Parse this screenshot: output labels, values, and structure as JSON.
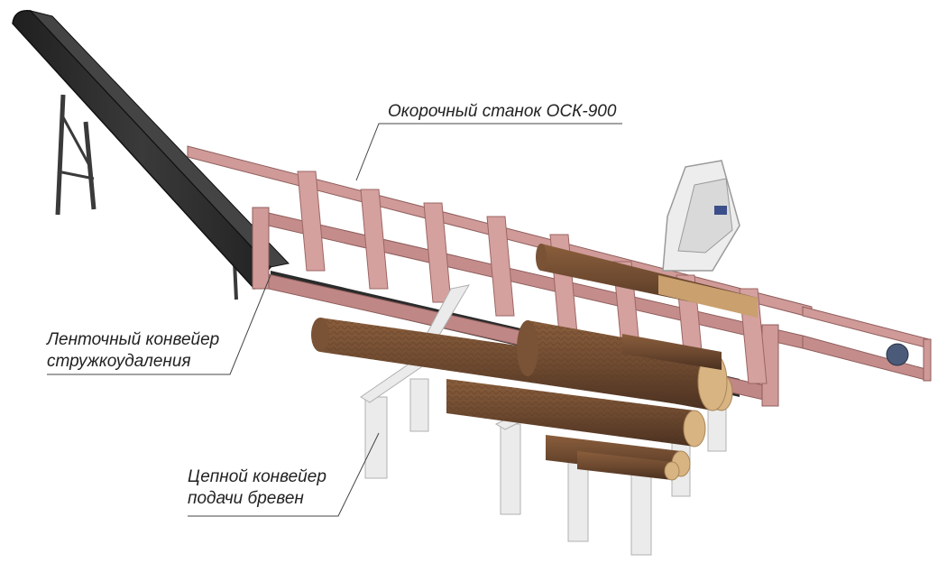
{
  "callouts": {
    "debarker": {
      "line1": "Окорочный станок ОСК-900"
    },
    "belt_conveyor": {
      "line1": "Ленточный конвейер",
      "line2": "стружкоудаления"
    },
    "chain_conveyor": {
      "line1": "Цепной конвейер",
      "line2": "подачи бревен"
    }
  },
  "colors": {
    "frame": "#cf9a98",
    "frame_dark": "#a8706e",
    "belt": "#2e2e2e",
    "log": "#6e4a30",
    "log_dark": "#4f3422",
    "log_end": "#d9b483",
    "support": "#e9e9e9",
    "leader": "#444444"
  }
}
